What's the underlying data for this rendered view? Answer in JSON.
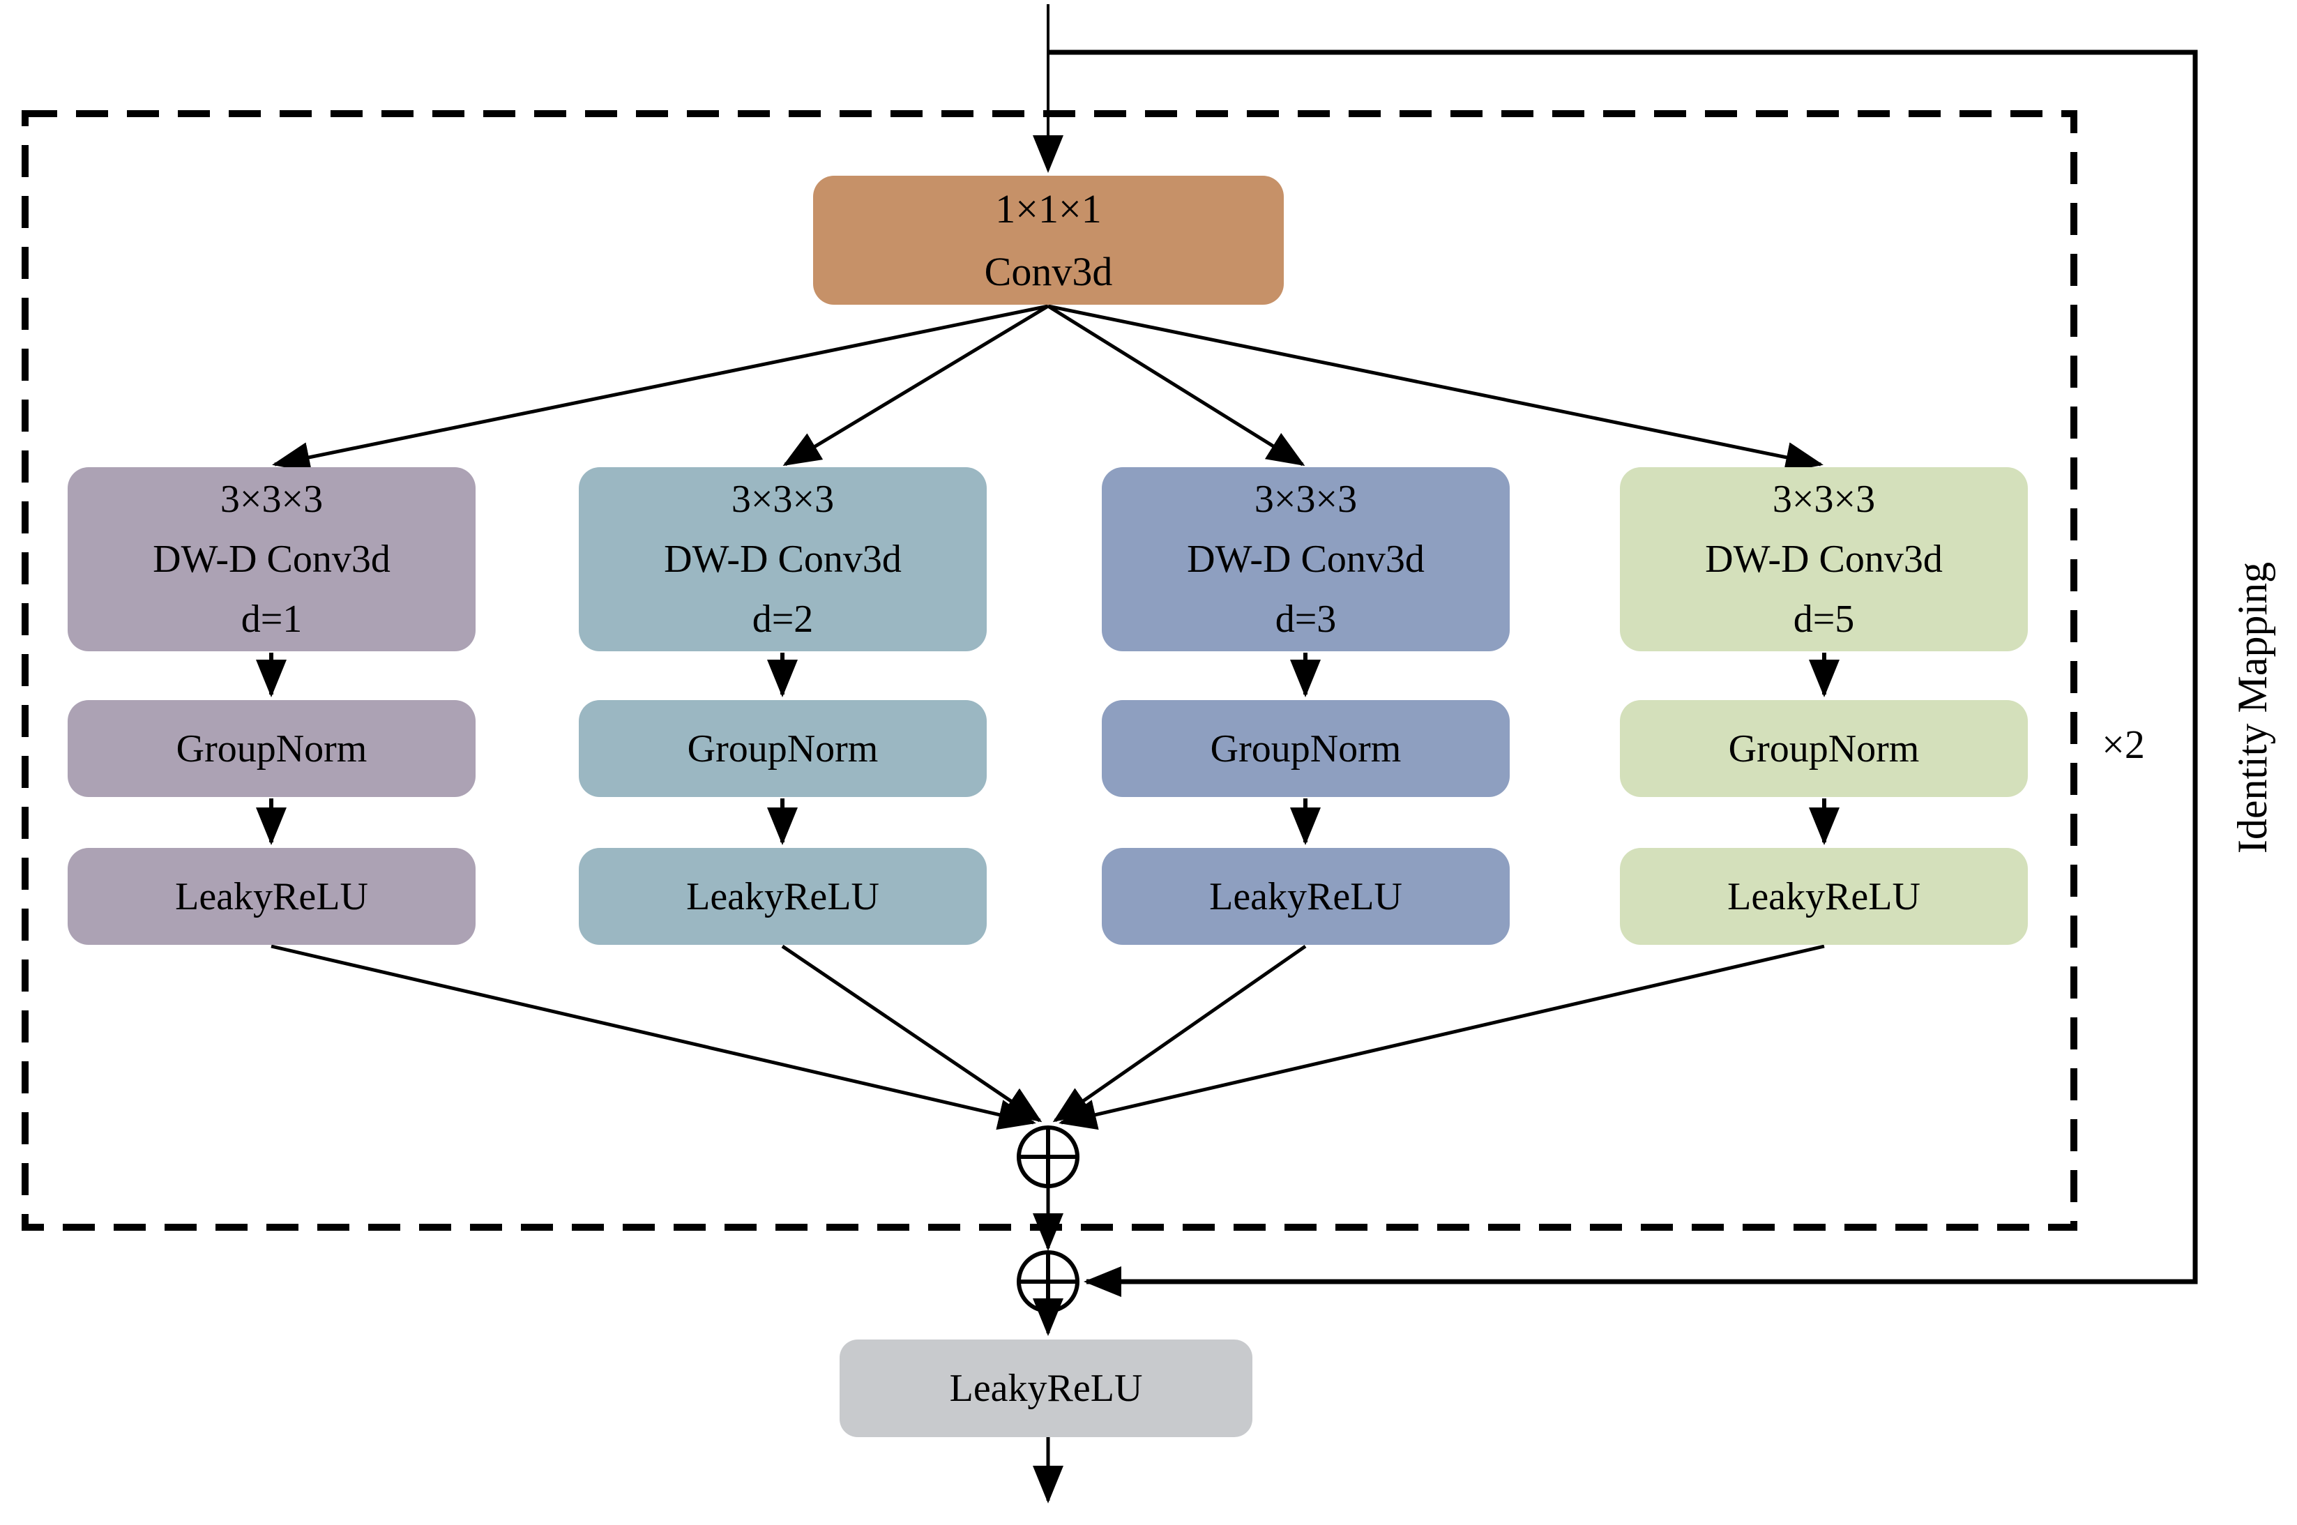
{
  "diagram": {
    "input_conv_block": {
      "kernel": "1×1×1",
      "op": "Conv3d",
      "color": "#C69168"
    },
    "branches": [
      {
        "kernel": "3×3×3",
        "op": "DW-D Conv3d",
        "dilation": "d=1",
        "norm": "GroupNorm",
        "activation": "LeakyReLU",
        "color": "#ACA2B4"
      },
      {
        "kernel": "3×3×3",
        "op": "DW-D Conv3d",
        "dilation": "d=2",
        "norm": "GroupNorm",
        "activation": "LeakyReLU",
        "color": "#9BB7C2"
      },
      {
        "kernel": "3×3×3",
        "op": "DW-D Conv3d",
        "dilation": "d=3",
        "norm": "GroupNorm",
        "activation": "LeakyReLU",
        "color": "#8E9FC0"
      },
      {
        "kernel": "3×3×3",
        "op": "DW-D Conv3d",
        "dilation": "d=5",
        "norm": "GroupNorm",
        "activation": "LeakyReLU",
        "color": "#D4E0BB"
      }
    ],
    "sum_nodes": [
      {
        "icon": "circled-plus"
      },
      {
        "icon": "circled-plus"
      }
    ],
    "repeat_label": "×2",
    "identity_label": "Identity Mapping",
    "output_activation": {
      "label": "LeakyReLU",
      "color": "#C8CACD"
    },
    "line_color": "#000000",
    "background_color": "#FFFFFF"
  }
}
